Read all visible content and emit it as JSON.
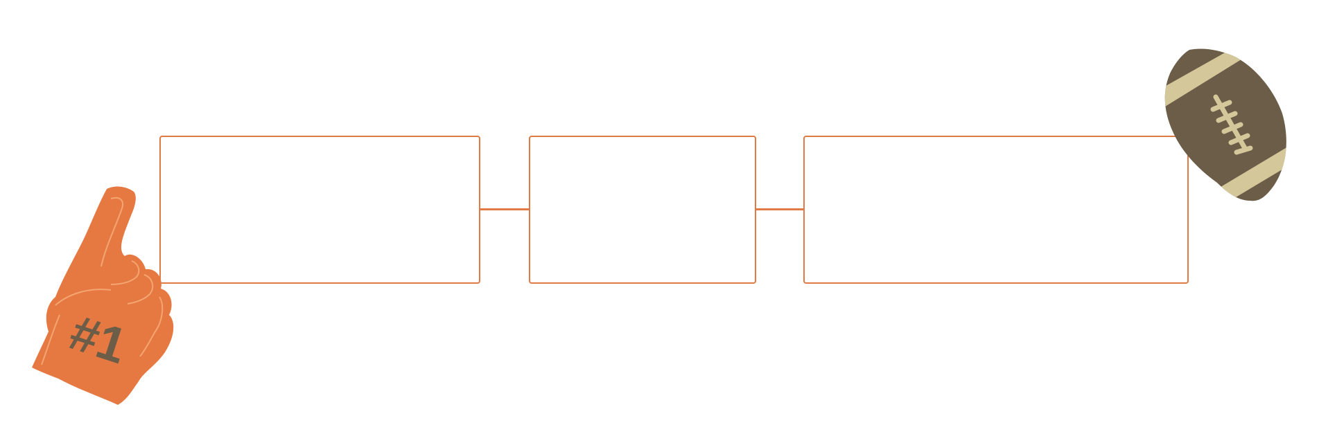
{
  "diagram": {
    "type": "three-box flow",
    "boxes": [
      {
        "id": "box-1",
        "text": ""
      },
      {
        "id": "box-2",
        "text": ""
      },
      {
        "id": "box-3",
        "text": ""
      }
    ]
  },
  "decorations": {
    "foam_finger_label": "#1",
    "foam_finger_icon": "foam-finger-icon",
    "football_icon": "football-icon"
  },
  "colors": {
    "box_border": "#e07a45",
    "foam_finger": "#e67941",
    "foam_finger_outline": "#f4a571",
    "foam_finger_text": "#6b5d48",
    "football_body": "#6b5d48",
    "football_stripe": "#d4c89b"
  }
}
